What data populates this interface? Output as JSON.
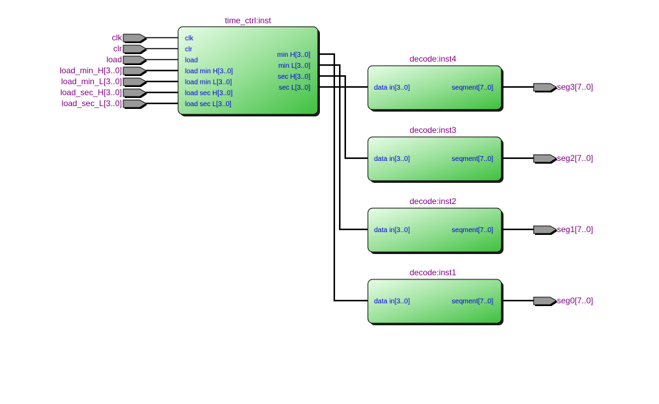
{
  "diagram": {
    "type": "schematic-rtl",
    "colors": {
      "block_gradient_start": "#e6fce6",
      "block_gradient_end": "#44c444",
      "label": "#800080",
      "port": "#0000e0",
      "pin_fill": "#999999"
    },
    "input_pins": [
      {
        "name": "clk",
        "bus": false
      },
      {
        "name": "clr",
        "bus": false
      },
      {
        "name": "load",
        "bus": false
      },
      {
        "name": "load_min_H[3..0]",
        "bus": true
      },
      {
        "name": "load_min_L[3..0]",
        "bus": true
      },
      {
        "name": "load_sec_H[3..0]",
        "bus": true
      },
      {
        "name": "load_sec_L[3..0]",
        "bus": true
      }
    ],
    "main_block": {
      "title": "time_ctrl:inst",
      "inputs": [
        "clk",
        "clr",
        "load",
        "load  min  H[3..0]",
        "load  min  L[3..0]",
        "load  sec  H[3..0]",
        "load  sec  L[3..0]"
      ],
      "outputs": [
        "min  H[3..0]",
        "min  L[3..0]",
        "sec  H[3..0]",
        "sec  L[3..0]"
      ]
    },
    "decoders": [
      {
        "title": "decode:inst4",
        "input": "data  in[3..0]",
        "output": "seqment[7..0]",
        "pin": "seg3[7..0]",
        "source": "sec  L[3..0]"
      },
      {
        "title": "decode:inst3",
        "input": "data  in[3..0]",
        "output": "seqment[7..0]",
        "pin": "seg2[7..0]",
        "source": "sec  H[3..0]"
      },
      {
        "title": "decode:inst2",
        "input": "data  in[3..0]",
        "output": "seqment[7..0]",
        "pin": "seg1[7..0]",
        "source": "min  L[3..0]"
      },
      {
        "title": "decode:inst1",
        "input": "data  in[3..0]",
        "output": "seqment[7..0]",
        "pin": "seg0[7..0]",
        "source": "min  H[3..0]"
      }
    ]
  }
}
